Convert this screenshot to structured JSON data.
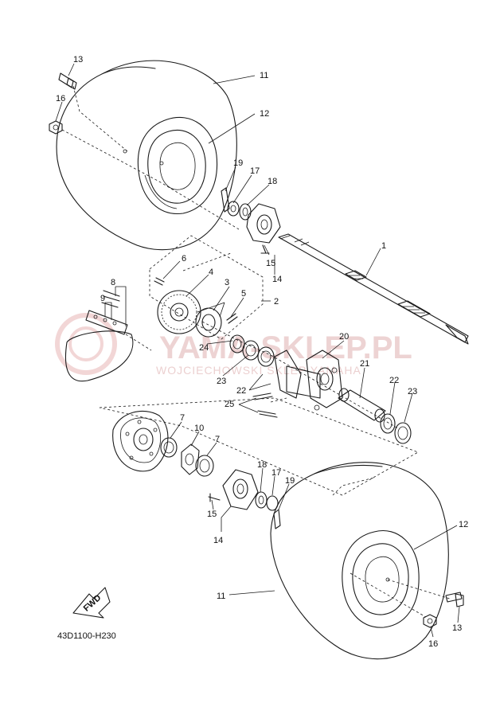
{
  "diagram": {
    "drawing_code": "43D1100-H230",
    "fwd_label": "FWD",
    "watermark": {
      "brand": "YAMA-SKLEP.PL",
      "subtitle": "WOJCIECHOWSKI SKLEP YAMAHA"
    },
    "callouts": {
      "c1": "1",
      "c2": "2",
      "c3": "3",
      "c4": "4",
      "c5": "5",
      "c6": "6",
      "c7a": "7",
      "c7b": "7",
      "c8": "8",
      "c9": "9",
      "c10": "10",
      "c11a": "11",
      "c11b": "11",
      "c12a": "12",
      "c12b": "12",
      "c13a": "13",
      "c13b": "13",
      "c14a": "14",
      "c14b": "14",
      "c15a": "15",
      "c15b": "15",
      "c16a": "16",
      "c16b": "16",
      "c17a": "17",
      "c17b": "17",
      "c18a": "18",
      "c18b": "18",
      "c19a": "19",
      "c19b": "19",
      "c20": "20",
      "c21": "21",
      "c22a": "22",
      "c22b": "22",
      "c23a": "23",
      "c23b": "23",
      "c24": "24",
      "c25": "25"
    }
  }
}
